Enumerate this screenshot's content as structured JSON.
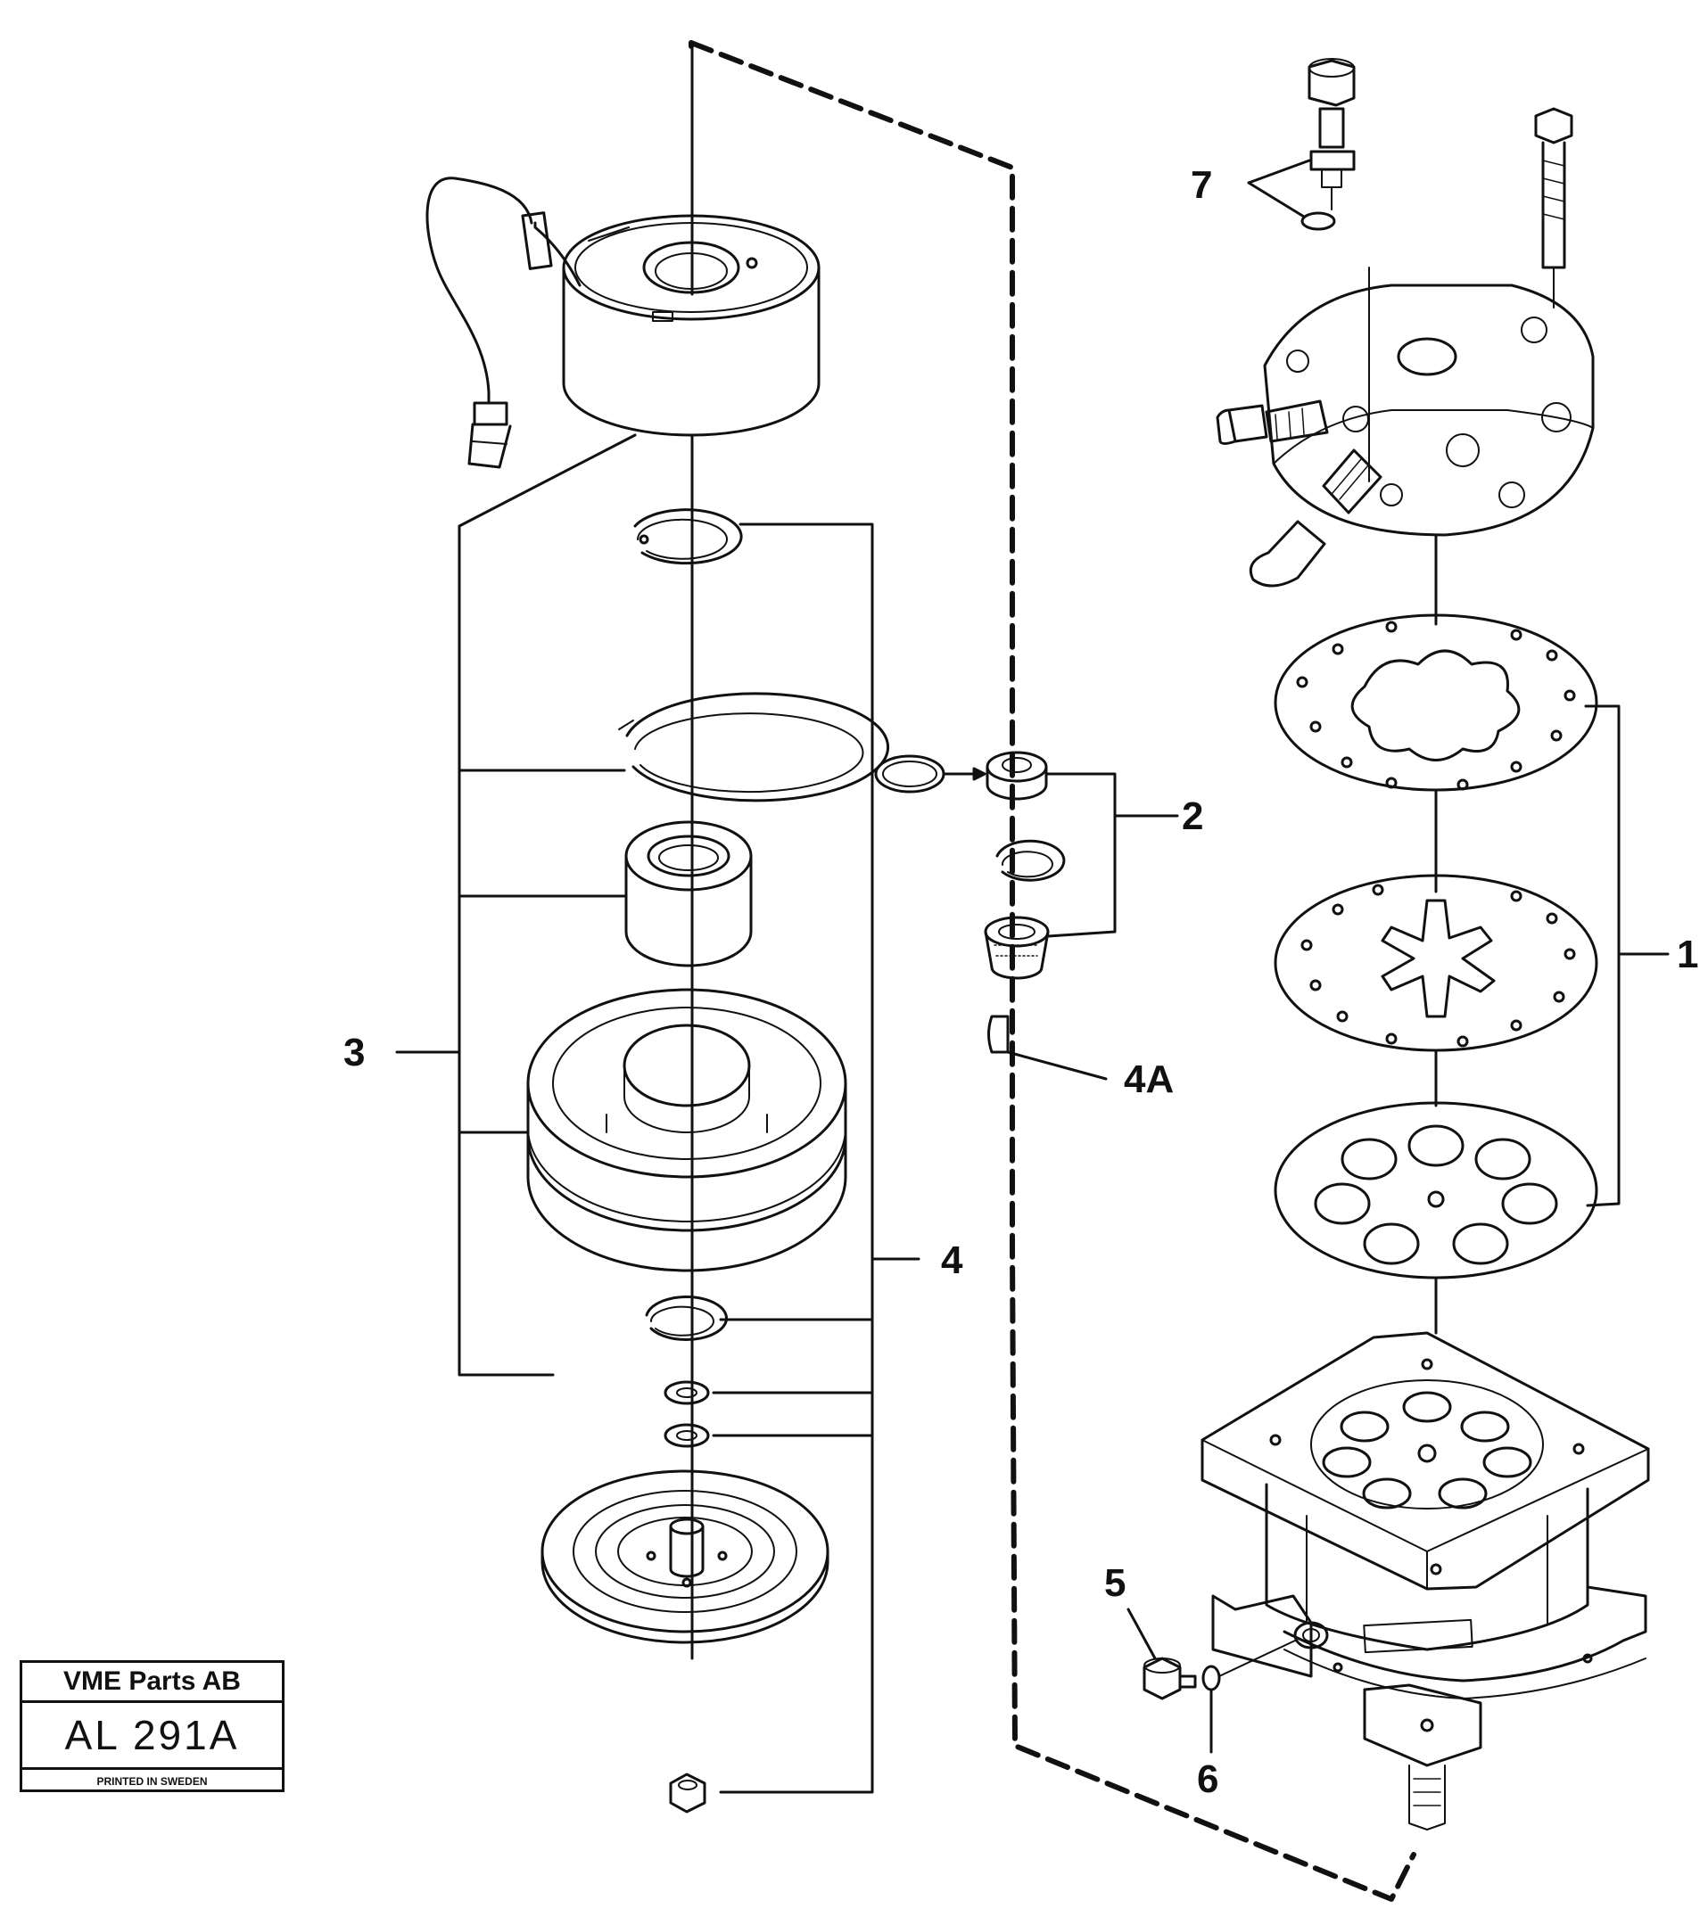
{
  "callouts": {
    "c1": "1",
    "c2": "2",
    "c3": "3",
    "c4": "4",
    "c4a": "4A",
    "c5": "5",
    "c6": "6",
    "c7": "7"
  },
  "stamp": {
    "company": "VME Parts AB",
    "code": "AL 291A",
    "printed": "PRINTED IN SWEDEN"
  }
}
